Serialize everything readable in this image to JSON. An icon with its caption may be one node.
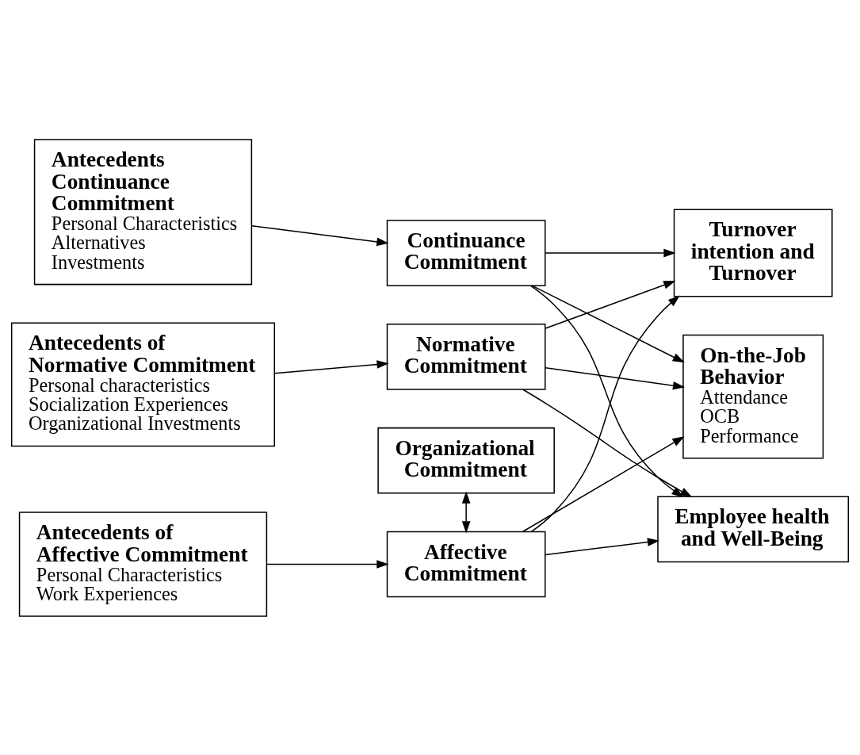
{
  "diagram": {
    "nodes": [
      {
        "text": [
          "Organizational Commitment"
        ]
      },
      {
        "text": [
          "Antecedents of Affective Commitment",
          "Personal Characteristics",
          "Work Experiences"
        ]
      },
      {
        "text": [
          "Affective Commitment"
        ]
      },
      {
        "text": [
          "Antecedents Continuance Commitment",
          "Personal Characteristics",
          "Alternatives",
          "Investments"
        ]
      },
      {
        "text": [
          "Continuance Commitment"
        ]
      },
      {
        "text": [
          "Antecedents of Normative Commitment",
          "Personal characteristics",
          "Socialization Experiences",
          "Organizational Investments"
        ]
      },
      {
        "text": [
          "Normative Commitment"
        ]
      },
      {
        "text": [
          "Turnover intention and Turnover"
        ]
      },
      {
        "text": [
          "On-the-Job Behavior",
          "Attendance",
          "OCB",
          "Performance"
        ]
      },
      {
        "text": [
          "Employee health and Well-Being"
        ]
      }
    ],
    "edges": [
      {
        "from": 0,
        "to": 2,
        "arrow": "both"
      },
      {
        "from": 1,
        "to": 2,
        "arrow": "to"
      },
      {
        "from": 3,
        "to": 4,
        "arrow": "to"
      },
      {
        "from": 5,
        "to": 6,
        "arrow": "to"
      },
      {
        "from": 2,
        "to": 7,
        "arrow": "to"
      },
      {
        "from": 2,
        "to": 8,
        "arrow": "to"
      },
      {
        "from": 2,
        "to": 9,
        "arrow": "to"
      },
      {
        "from": 4,
        "to": 7,
        "arrow": "to"
      },
      {
        "from": 4,
        "to": 8,
        "arrow": "to"
      },
      {
        "from": 4,
        "to": 9,
        "arrow": "to"
      },
      {
        "from": 6,
        "to": 7,
        "arrow": "to"
      },
      {
        "from": 6,
        "to": 8,
        "arrow": "to"
      },
      {
        "from": 6,
        "to": 9,
        "arrow": "to"
      }
    ]
  }
}
